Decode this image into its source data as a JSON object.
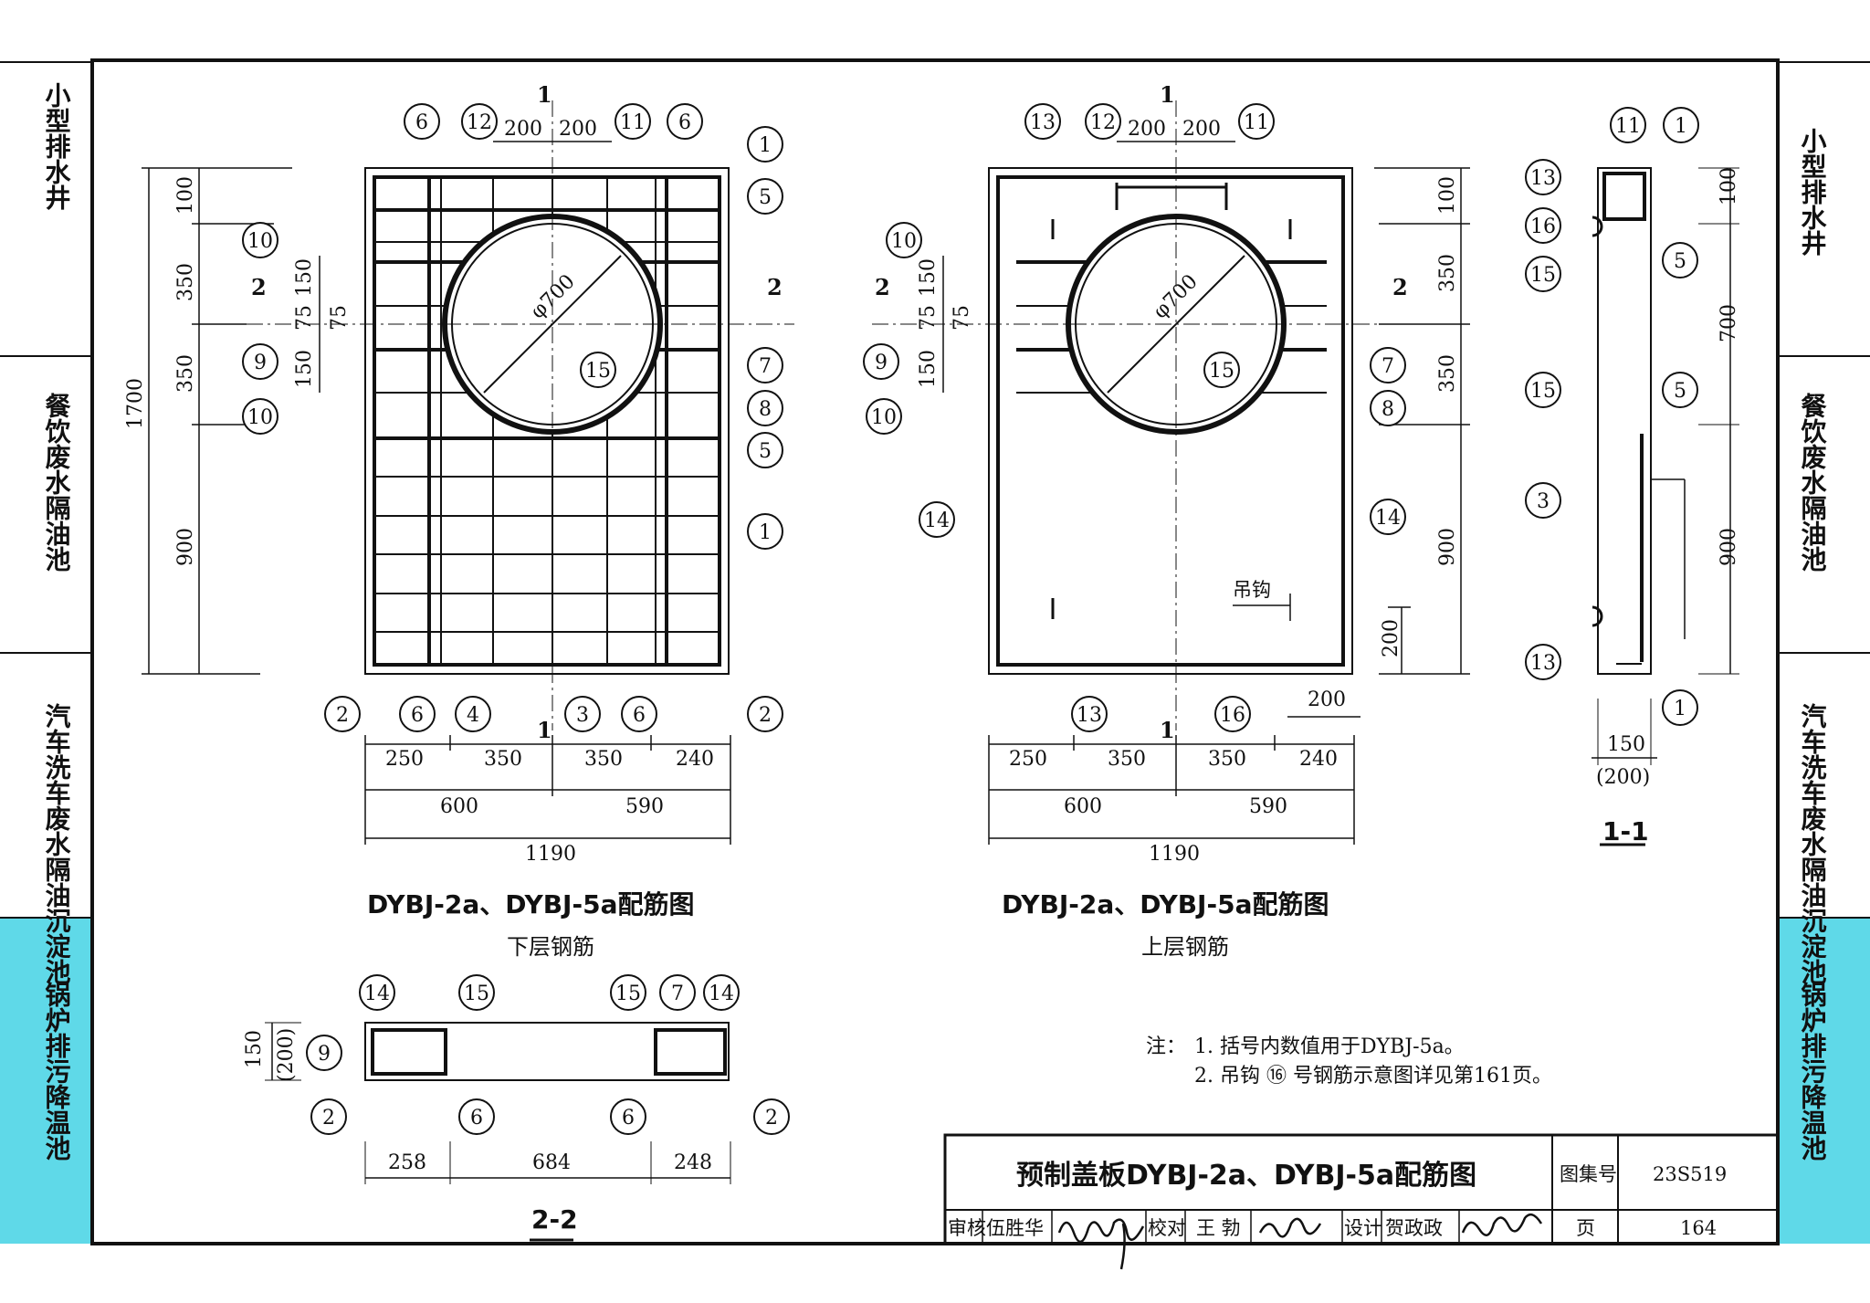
{
  "side_tabs": {
    "left": [
      "小型排水井",
      "餐饮废水隔油池",
      "汽车洗车废水隔油沉淀池",
      "锅炉排污降温池"
    ],
    "right": [
      "小型排水井",
      "餐饮废水隔油池",
      "汽车洗车废水隔油沉淀池",
      "锅炉排污降温池"
    ],
    "active_index": 3,
    "active_color": "#5fd9e8"
  },
  "drawing_lower": {
    "title": "DYBJ-2a、DYBJ-5a配筋图",
    "subtitle": "下层钢筋",
    "hole": "φ700",
    "section_mark_1": "1",
    "section_mark_2": "2",
    "top_dims": [
      "200",
      "200"
    ],
    "left_dims": [
      "1700",
      "100",
      "350",
      "350",
      "900",
      "150",
      "75",
      "75",
      "150"
    ],
    "bottom_dims_row1": [
      "250",
      "350",
      "350",
      "240"
    ],
    "bottom_dims_row2": [
      "600",
      "590"
    ],
    "bottom_dims_row3": [
      "1190"
    ],
    "callouts_top": [
      "6",
      "12",
      "11",
      "6",
      "1",
      "5"
    ],
    "callouts_left": [
      "10",
      "9",
      "10"
    ],
    "callouts_right": [
      "7",
      "8",
      "5",
      "1"
    ],
    "callouts_bottom": [
      "2",
      "6",
      "4",
      "3",
      "6",
      "2"
    ],
    "callout_center": "15"
  },
  "drawing_upper": {
    "title": "DYBJ-2a、DYBJ-5a配筋图",
    "subtitle": "上层钢筋",
    "hole": "φ700",
    "section_mark_1": "1",
    "section_mark_2": "2",
    "top_dims": [
      "200",
      "200"
    ],
    "right_dims": [
      "100",
      "350",
      "350",
      "900",
      "200"
    ],
    "left_dims": [
      "150",
      "75",
      "75",
      "150"
    ],
    "bottom_dims_row1": [
      "250",
      "350",
      "350",
      "240"
    ],
    "bottom_dims_row2": [
      "600",
      "590"
    ],
    "bottom_dims_row3": [
      "1190"
    ],
    "hook_dim": "200",
    "hook_label": "吊钩",
    "callouts_top": [
      "13",
      "12",
      "11"
    ],
    "callouts_left": [
      "10",
      "9",
      "10",
      "14"
    ],
    "callouts_right": [
      "7",
      "8",
      "14"
    ],
    "callouts_bottom": [
      "13",
      "16"
    ],
    "callout_center": "15"
  },
  "section_1_1": {
    "title": "1-1",
    "callouts": [
      "11",
      "1",
      "13",
      "16",
      "15",
      "5",
      "15",
      "5",
      "3",
      "13",
      "1"
    ],
    "right_dims": [
      "100",
      "700",
      "900"
    ],
    "bottom_dim": "150",
    "bottom_dim_alt": "(200)"
  },
  "section_2_2": {
    "title": "2-2",
    "callouts_top": [
      "14",
      "15",
      "15",
      "7",
      "14"
    ],
    "callouts_left": [
      "9"
    ],
    "callouts_bottom": [
      "2",
      "6",
      "6",
      "2"
    ],
    "height_dim": "150",
    "height_dim_alt": "(200)",
    "bottom_dims": [
      "258",
      "684",
      "248"
    ]
  },
  "notes": {
    "label": "注：",
    "items": [
      "1. 括号内数值用于DYBJ-5a。",
      "2. 吊钩 ⑯ 号钢筋示意图详见第161页。"
    ]
  },
  "title_block": {
    "drawing_title": "预制盖板DYBJ-2a、DYBJ-5a配筋图",
    "atlas_label": "图集号",
    "atlas_no": "23S519",
    "review_label": "审核",
    "reviewer": "伍胜华",
    "check_label": "校对",
    "checker": "王 勃",
    "design_label": "设计",
    "designer": "贺政政",
    "page_label": "页",
    "page_no": "164"
  }
}
